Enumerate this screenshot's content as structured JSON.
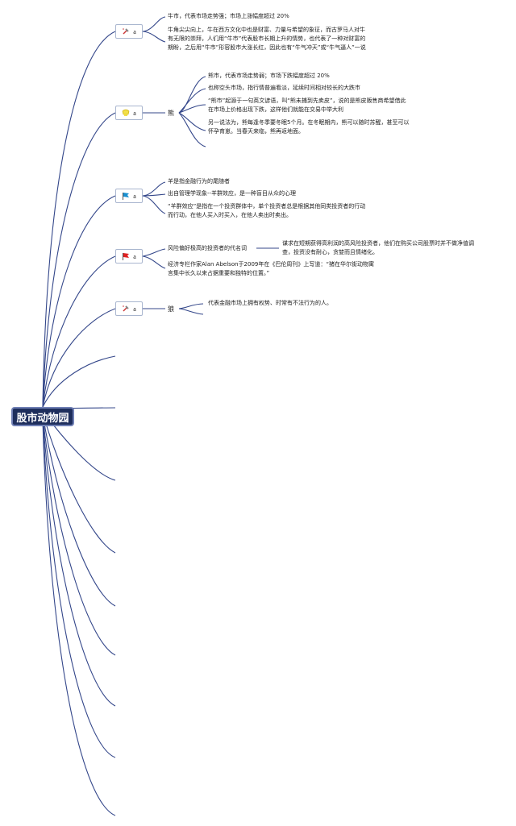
{
  "root": {
    "title": "股市动物园"
  },
  "branches": [
    {
      "icon": "hammer-icon",
      "letter": "a",
      "label": "",
      "texts": [
        "牛市，代表市场走势强；市场上涨幅度超过 20%",
        "牛角尖尖向上，牛在西方文化中也是财富、力量与希望的象征，而古罗马人对牛",
        "有无限的崇拜，人们用“牛市”代表股市长期上升的情势，也代表了一种对财富的",
        "期盼，之后用“牛市”形容股市大涨长红，因此也有“牛气冲天”或“牛气逼人”一说"
      ]
    },
    {
      "icon": "gift-icon",
      "letter": "a",
      "label": "熊",
      "texts": [
        "熊市，代表市场走势弱；市场下跌幅度超过 20%",
        "也称空头市场，指行情普遍看淡，延续时间相对较长的大跌市",
        "“熊市”起源于一句英文谚语，叫“熊未捕到先卖皮”，说的是熊皮贩售商希望借此",
        "在市场上价格出现下跌，这样他们就能在交易中举大利",
        "另一说法为，熊每逢冬季要冬眠5个月。在冬眠期内，熊可以随时苏醒，甚至可以",
        "怀孕育崽。当春天来临，熊再返地面。"
      ]
    },
    {
      "icon": "flag-blue-icon",
      "letter": "a",
      "label": "",
      "texts": [
        "羊是指金融行为的尾随者",
        "出自管理学现象--羊群效应，是一种盲目从众的心理",
        "“羊群效应”是指在一个投资群体中，单个投资者总是根据其他同类投资者的行动",
        "而行动，在他人买入时买入，在他人卖出时卖出。"
      ]
    },
    {
      "icon": "flag-red-icon",
      "letter": "a",
      "label": "",
      "texts": [
        "风险偏好极高的投资者的代名词",
        "谋求在短期获得高利润的高风险投资者，他们在购买公司股票时并不做净值调",
        "查，投资没有耐心，贪婪而且情绪化。",
        "经济专栏作家Alan Abelson于2009年在《巴伦周刊》上写道：“猪在华尔街动物寓",
        "言集中长久以来占据重要和独特的位置。”"
      ]
    },
    {
      "icon": "hammer-icon",
      "letter": "a",
      "label": "狼",
      "texts": [
        "代表金融市场上拥有权势、时常有不法行为的人。"
      ]
    }
  ]
}
